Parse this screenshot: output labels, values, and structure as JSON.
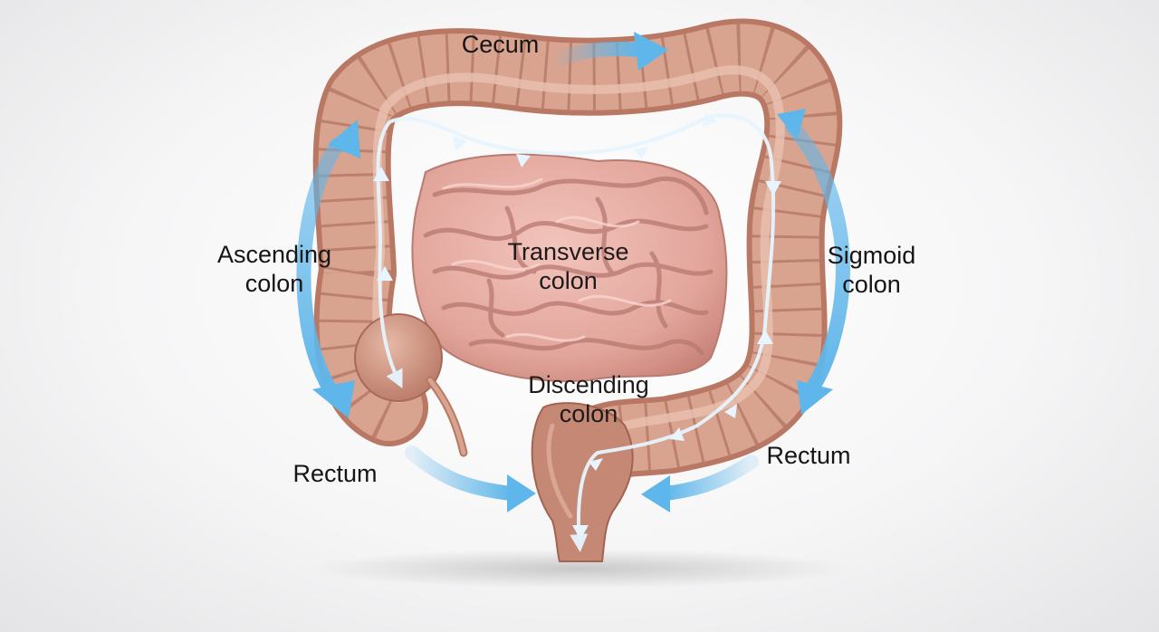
{
  "colors": {
    "flow_arrow": "#5fb6ea",
    "flow_path": "#e6f5ff",
    "colon_tissue": "#c98f7c",
    "intestine_tissue": "#e7aea5",
    "label_text": "#151515"
  },
  "labels": {
    "cecum": "Cecum",
    "ascending": {
      "line1": "Ascending",
      "line2": "colon"
    },
    "transverse": {
      "line1": "Transverse",
      "line2": "colon"
    },
    "sigmoid": {
      "line1": "Sigmoid",
      "line2": "colon"
    },
    "descending": {
      "line1": "Discending",
      "line2": "colon"
    },
    "rectum_left": "Rectum",
    "rectum_right": "Rectum"
  }
}
